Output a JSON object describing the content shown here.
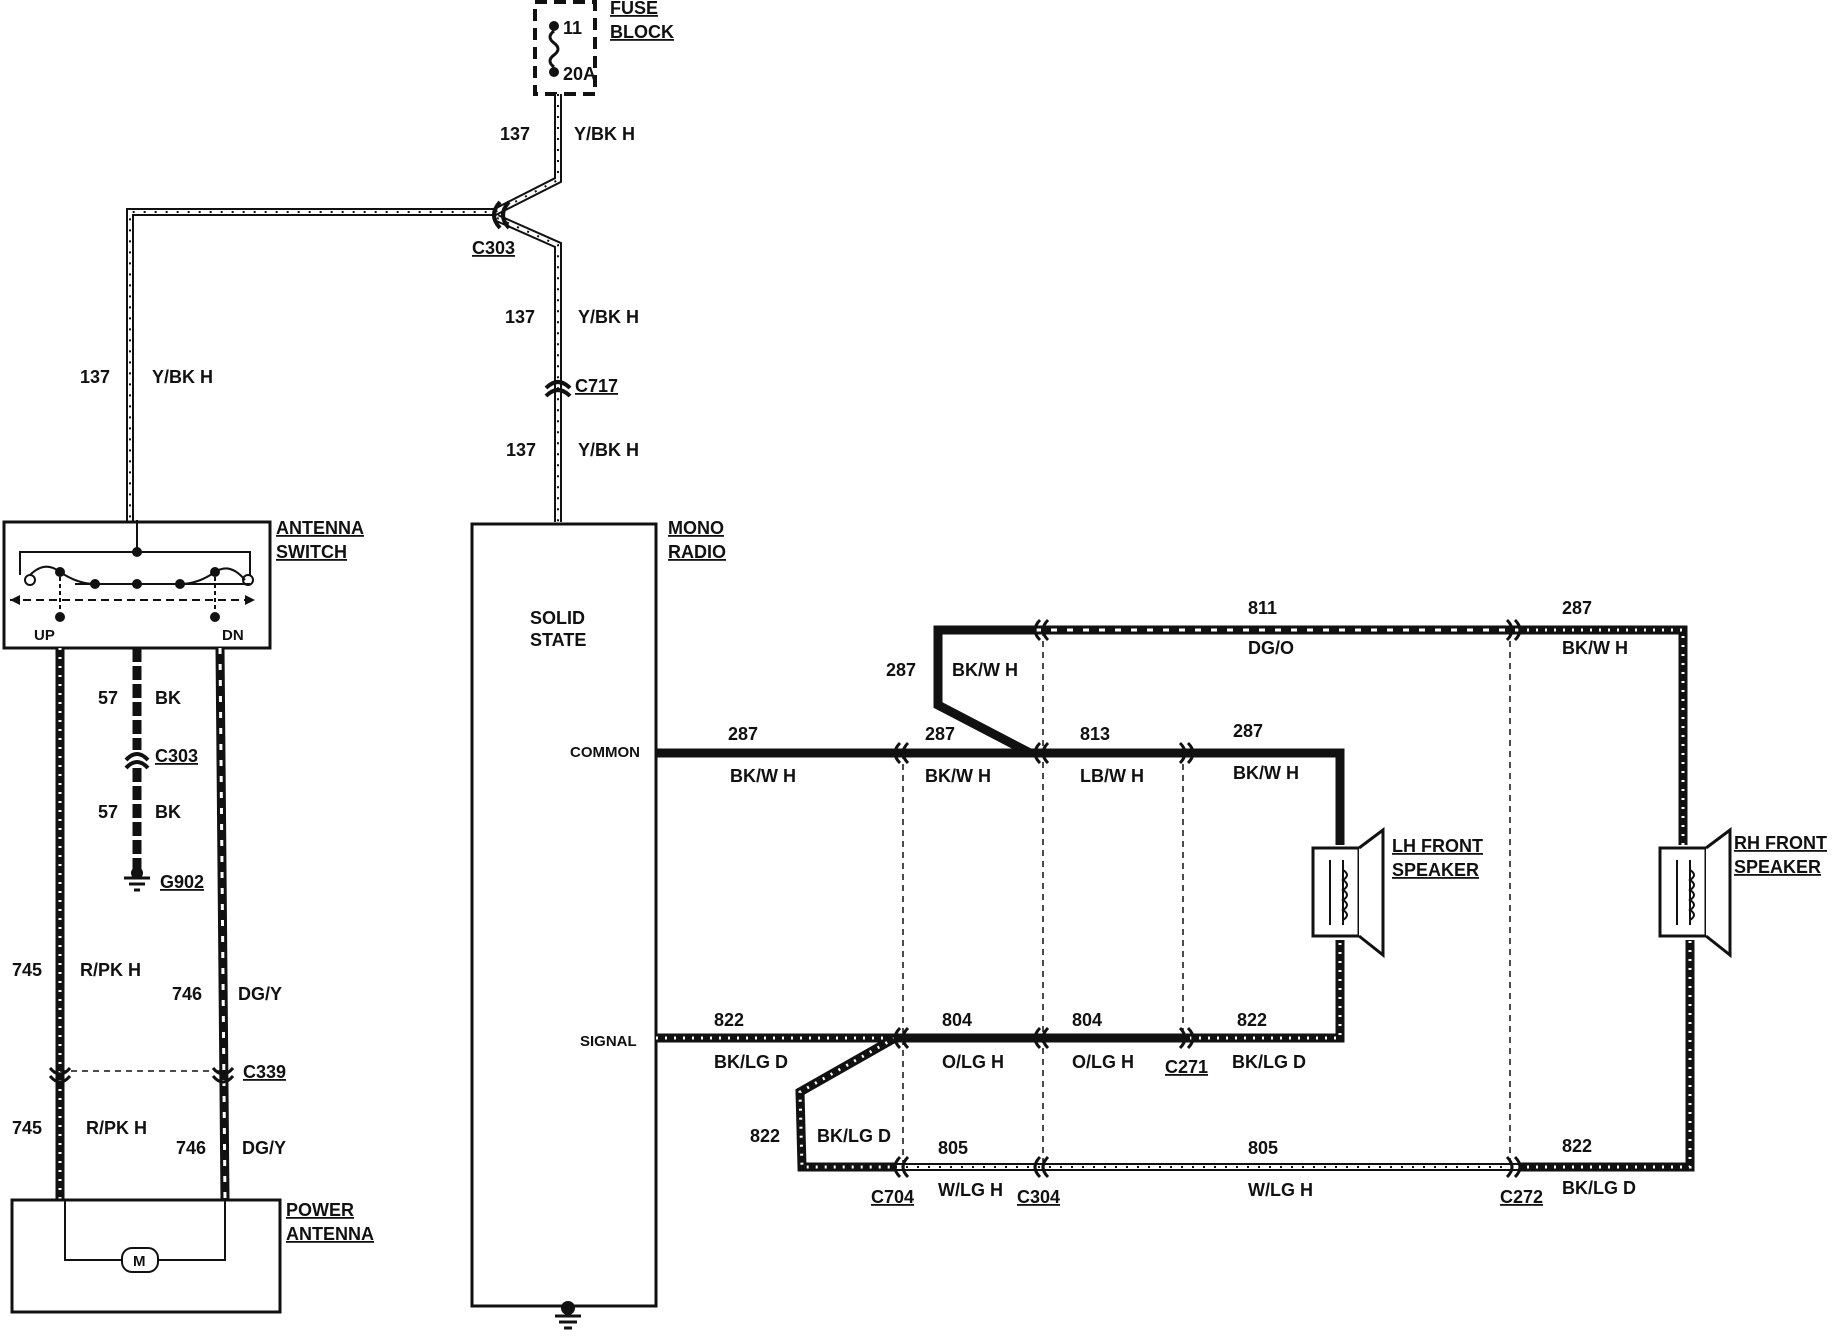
{
  "fuse_block": {
    "title_line1": "FUSE",
    "title_line2": "BLOCK",
    "fuse_number": "11",
    "rating": "20A"
  },
  "connectors": {
    "c303_top": "C303",
    "c717": "C717",
    "c303_ground": "C303",
    "g902": "G902",
    "c339": "C339",
    "c271": "C271",
    "c704": "C704",
    "c304": "C304",
    "c272": "C272"
  },
  "components": {
    "antenna_switch_line1": "ANTENNA",
    "antenna_switch_line2": "SWITCH",
    "switch_up": "UP",
    "switch_dn": "DN",
    "mono_radio_line1": "MONO",
    "mono_radio_line2": "RADIO",
    "solid_state_line1": "SOLID",
    "solid_state_line2": "STATE",
    "common_pin": "COMMON",
    "signal_pin": "SIGNAL",
    "power_antenna_line1": "POWER",
    "power_antenna_line2": "ANTENNA",
    "motor_symbol": "M",
    "lh_speaker_line1": "LH FRONT",
    "lh_speaker_line2": "SPEAKER",
    "rh_speaker_line1": "RH FRONT",
    "rh_speaker_line2": "SPEAKER"
  },
  "wire_labels": {
    "w137_top_num": "137",
    "w137_top_color": "Y/BK H",
    "w137_mid_num": "137",
    "w137_mid_color": "Y/BK H",
    "w137_low_num": "137",
    "w137_low_color": "Y/BK H",
    "w137_left_num": "137",
    "w137_left_color": "Y/BK H",
    "w57_up_num": "57",
    "w57_up_color": "BK",
    "w57_dn_num": "57",
    "w57_dn_color": "BK",
    "w745_up_num": "745",
    "w745_up_color": "R/PK H",
    "w746_up_num": "746",
    "w746_up_color": "DG/Y",
    "w745_dn_num": "745",
    "w745_dn_color": "R/PK H",
    "w746_dn_num": "746",
    "w746_dn_color": "DG/Y",
    "w287_common_num": "287",
    "w287_common_color": "BK/W H",
    "w287_c704_num": "287",
    "w287_c704_color": "BK/W H",
    "w287_loop_num": "287",
    "w287_loop_color": "BK/W H",
    "w811_num": "811",
    "w811_color": "DG/O",
    "w287_rh_num": "287",
    "w287_rh_color": "BK/W H",
    "w813_num": "813",
    "w813_color": "LB/W H",
    "w287_lh_num": "287",
    "w287_lh_color": "BK/W H",
    "w822_signal_num": "822",
    "w822_signal_color": "BK/LG D",
    "w804_a_num": "804",
    "w804_a_color": "O/LG H",
    "w804_b_num": "804",
    "w804_b_color": "O/LG H",
    "w822_lh_num": "822",
    "w822_lh_color": "BK/LG D",
    "w822_loop_num": "822",
    "w822_loop_color": "BK/LG D",
    "w805_a_num": "805",
    "w805_a_color": "W/LG H",
    "w805_b_num": "805",
    "w805_b_color": "W/LG H",
    "w822_rh_num": "822",
    "w822_rh_color": "BK/LG D"
  }
}
